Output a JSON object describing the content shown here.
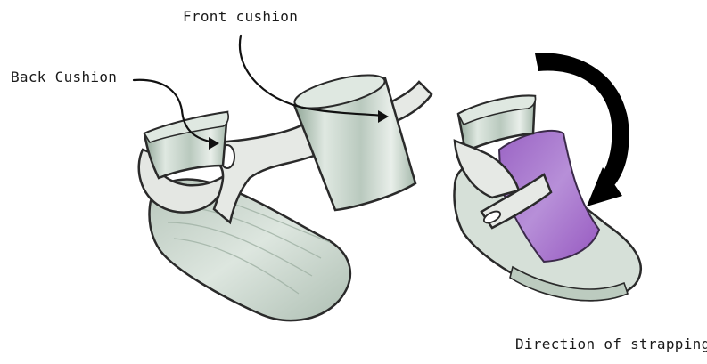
{
  "labels": {
    "front_cushion": "Front cushion",
    "back_cushion": "Back Cushion",
    "direction": "Direction of strapping"
  },
  "colors": {
    "cushion_fill": "#c9d6cc",
    "cushion_shade": "#9fb3a6",
    "strap_fill": "#e4e7e3",
    "sole_fill": "#cfdad2",
    "insole_purple": "#a97ad0",
    "outline": "#2a2a2a",
    "arrow": "#000000"
  },
  "icons": [
    "curved-arrow-icon"
  ]
}
